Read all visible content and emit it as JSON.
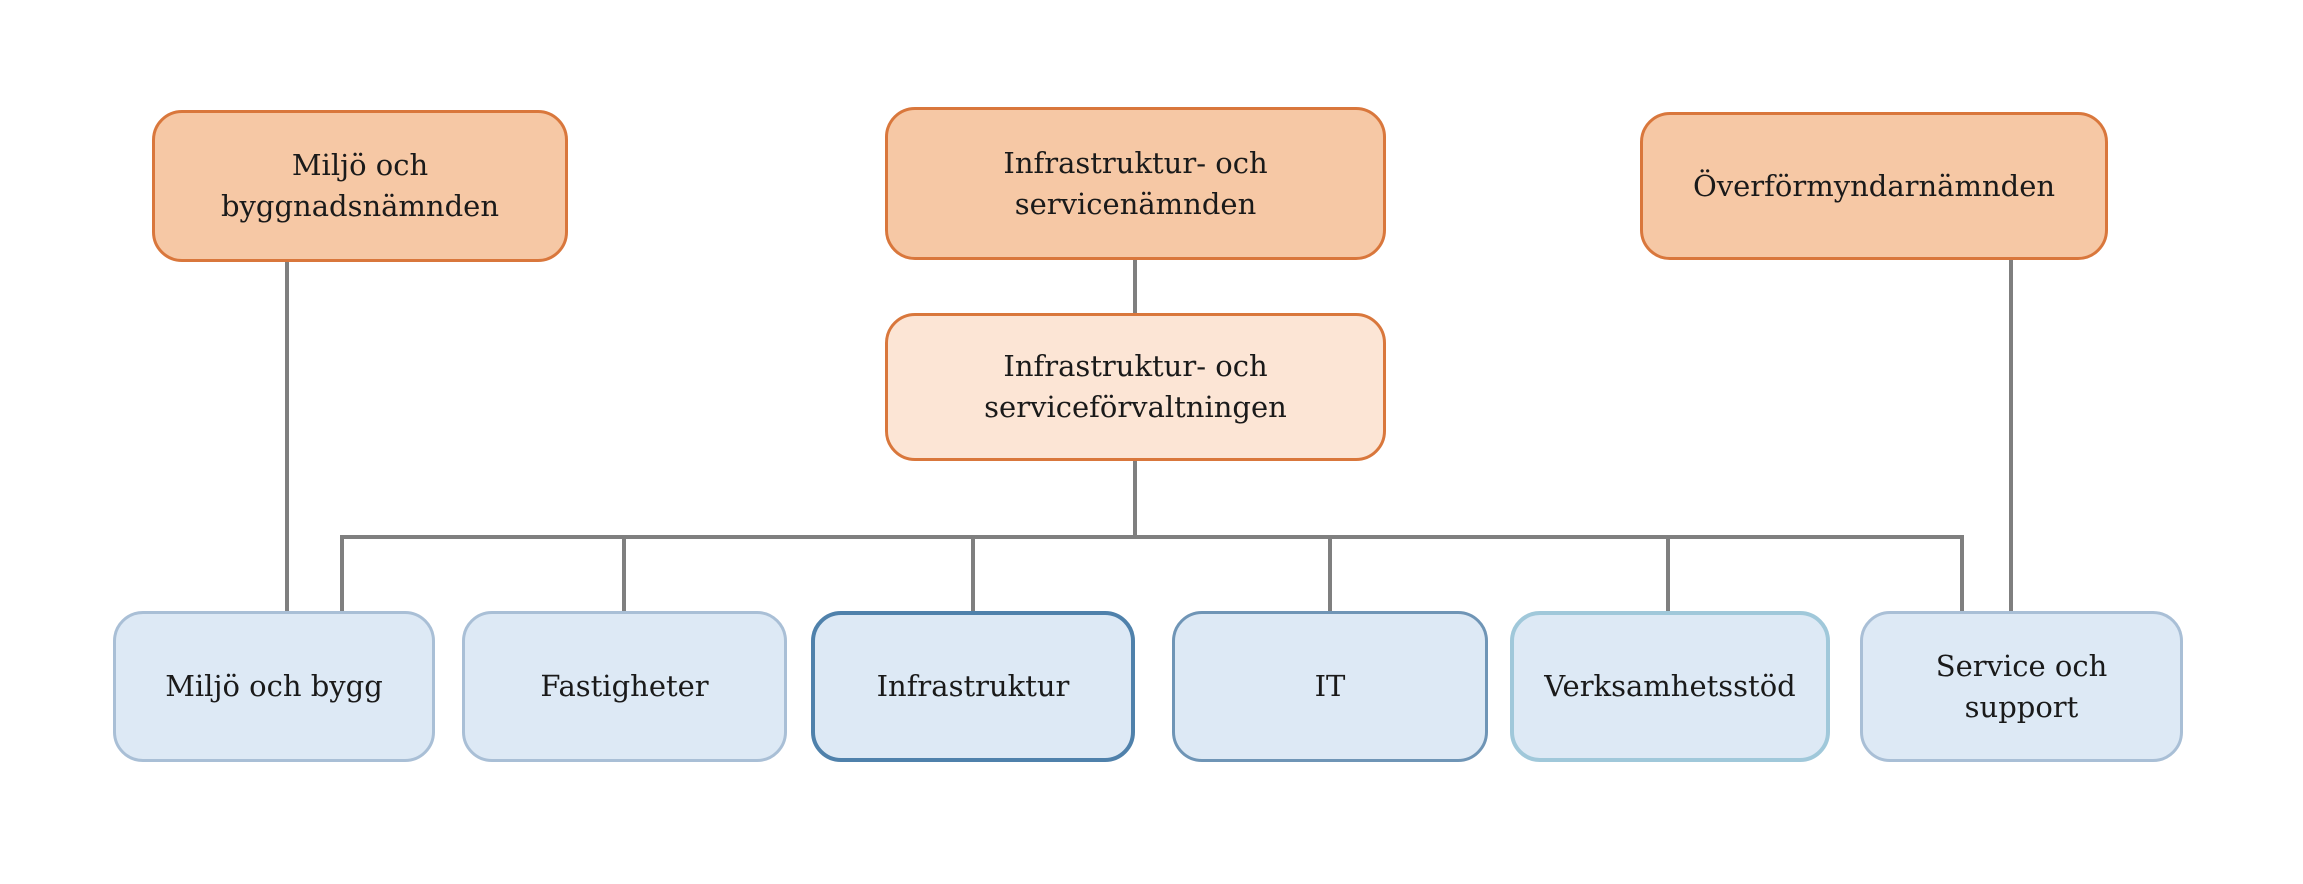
{
  "diagram": {
    "type": "org-chart",
    "background_color": "#ffffff",
    "connector_color": "#7f7f7f",
    "colors": {
      "committee_fill": "#f6c8a5",
      "committee_border": "#d9773c",
      "administration_fill": "#fce5d5",
      "administration_border": "#d9773c",
      "department_fill": "#dde9f5",
      "department_border_default": "#a9bfd6",
      "department_border_infrastruktur": "#4f81ab",
      "department_border_it": "#6f95b6",
      "department_border_verksamhetsstod": "#a0c8da",
      "text_color": "#1a1a1a"
    },
    "nodes": {
      "board_left": {
        "label": "Miljö och byggnadsnämnden"
      },
      "board_center": {
        "label": "Infrastruktur- och\nservicenämnden"
      },
      "board_right": {
        "label": "Överförmyndarnämnden"
      },
      "administration": {
        "label": "Infrastruktur- och\nserviceförvaltningen"
      },
      "departments": [
        {
          "label": "Miljö och bygg"
        },
        {
          "label": "Fastigheter"
        },
        {
          "label": "Infrastruktur"
        },
        {
          "label": "IT"
        },
        {
          "label": "Verksamhetsstöd"
        },
        {
          "label": "Service och support"
        }
      ]
    },
    "edges": [
      {
        "from": "Miljö och byggnadsnämnden",
        "to": "Miljö och bygg",
        "style": "direct-vertical"
      },
      {
        "from": "Infrastruktur- och servicenämnden",
        "to": "Infrastruktur- och serviceförvaltningen",
        "style": "direct-vertical"
      },
      {
        "from": "Infrastruktur- och serviceförvaltningen",
        "to": "Miljö och bygg",
        "style": "bus"
      },
      {
        "from": "Infrastruktur- och serviceförvaltningen",
        "to": "Fastigheter",
        "style": "bus"
      },
      {
        "from": "Infrastruktur- och serviceförvaltningen",
        "to": "Infrastruktur",
        "style": "bus"
      },
      {
        "from": "Infrastruktur- och serviceförvaltningen",
        "to": "IT",
        "style": "bus"
      },
      {
        "from": "Infrastruktur- och serviceförvaltningen",
        "to": "Verksamhetsstöd",
        "style": "bus"
      },
      {
        "from": "Infrastruktur- och serviceförvaltningen",
        "to": "Service och support",
        "style": "bus"
      },
      {
        "from": "Överförmyndarnämnden",
        "to": "Service och support",
        "style": "direct-vertical"
      }
    ]
  }
}
